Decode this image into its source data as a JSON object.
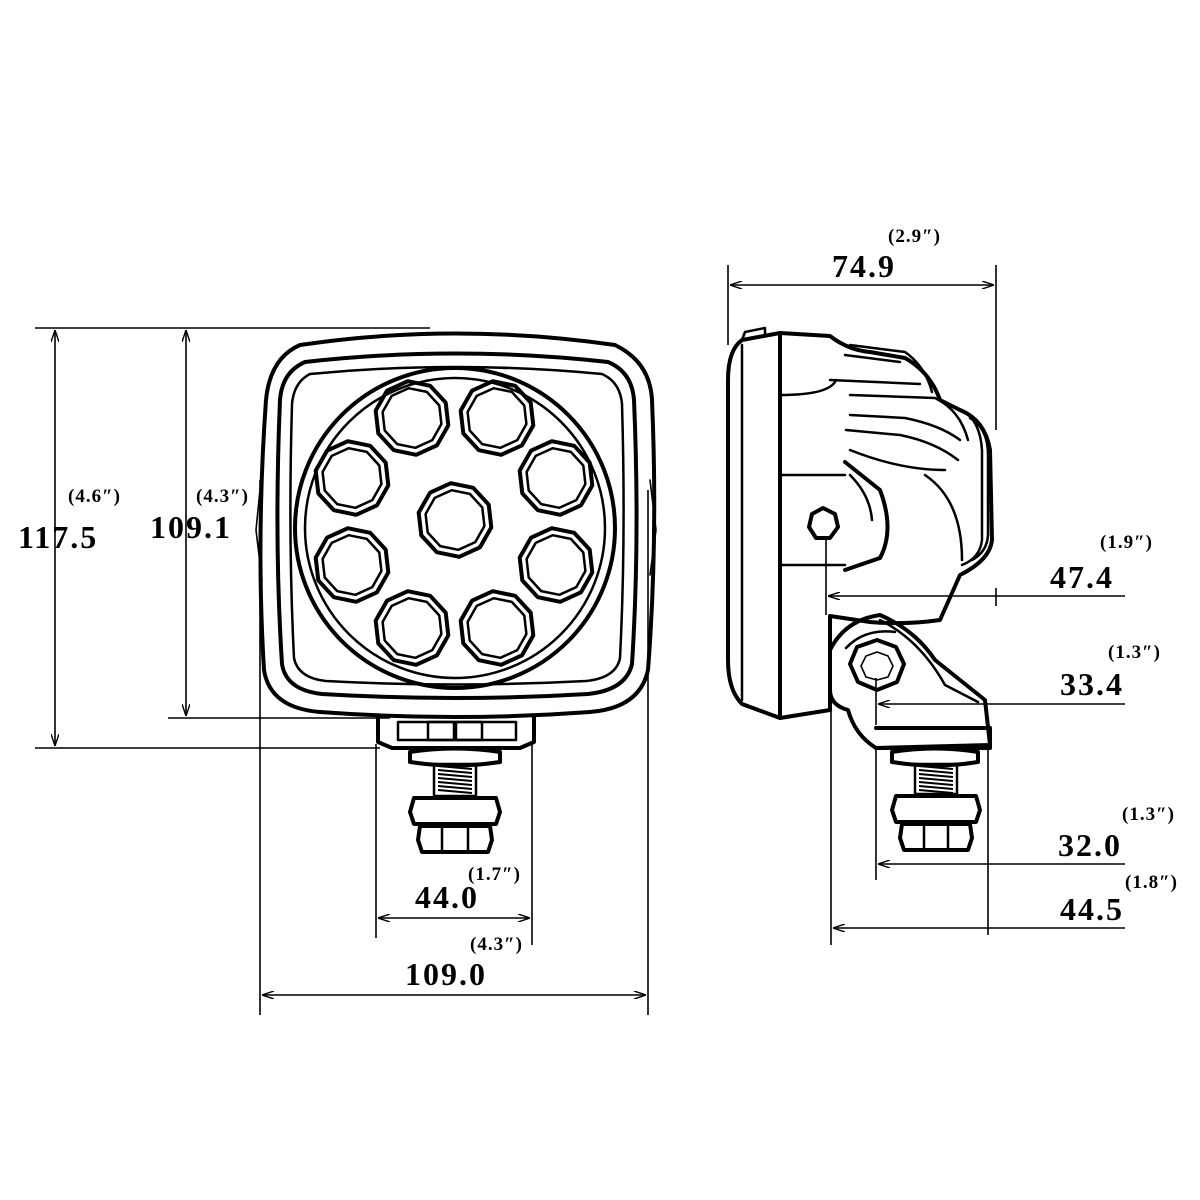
{
  "dimensions": {
    "height_overall": {
      "mm": "117.5",
      "inch": "(4.6″)"
    },
    "height_lens": {
      "mm": "109.1",
      "inch": "(4.3″)"
    },
    "width_overall": {
      "mm": "109.0",
      "inch": "(4.3″)"
    },
    "bracket_width": {
      "mm": "44.0",
      "inch": "(1.7″)"
    },
    "depth_overall": {
      "mm": "74.9",
      "inch": "(2.9″)"
    },
    "pivot_offset": {
      "mm": "47.4",
      "inch": "(1.9″)"
    },
    "bolt_offset": {
      "mm": "33.4",
      "inch": "(1.3″)"
    },
    "stud_offset": {
      "mm": "32.0",
      "inch": "(1.3″)"
    },
    "base_width": {
      "mm": "44.5",
      "inch": "(1.8″)"
    }
  },
  "front_view": {
    "led_count": 9
  }
}
